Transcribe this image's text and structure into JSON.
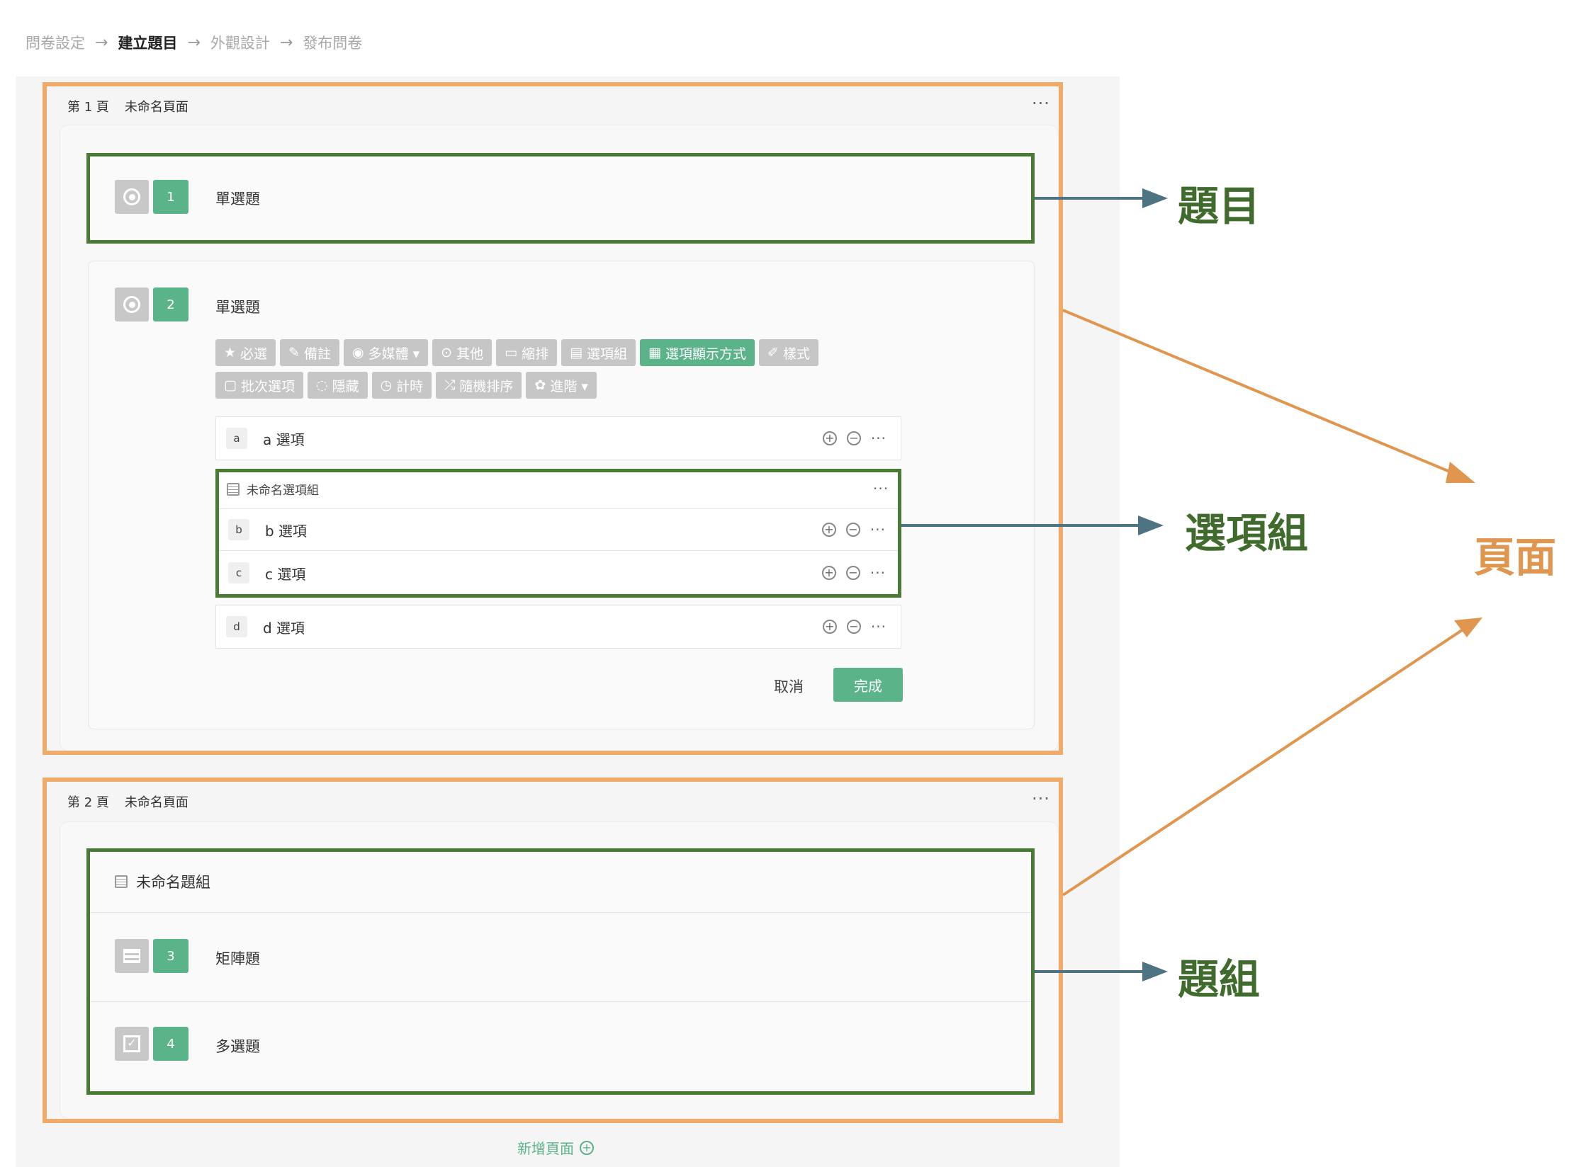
{
  "breadcrumb": {
    "steps": [
      "問卷設定",
      "建立題目",
      "外觀設計",
      "發布問卷"
    ],
    "active_index": 1,
    "separator": "→"
  },
  "page1": {
    "label": "第 1 頁",
    "name": "未命名頁面",
    "more": "···",
    "q1": {
      "number": "1",
      "title": "單選題",
      "type_icon": "radio-icon"
    },
    "q2": {
      "number": "2",
      "title": "單選題",
      "type_icon": "radio-icon",
      "tools": [
        {
          "icon": "★",
          "label": "必選"
        },
        {
          "icon": "✎",
          "label": "備註"
        },
        {
          "icon": "◉",
          "label": "多媒體 ▾"
        },
        {
          "icon": "⊙",
          "label": "其他"
        },
        {
          "icon": "▭",
          "label": "縮排"
        },
        {
          "icon": "▤",
          "label": "選項組"
        },
        {
          "icon": "▦",
          "label": "選項顯示方式"
        },
        {
          "icon": "✐",
          "label": "樣式"
        },
        {
          "icon": "▢",
          "label": "批次選項"
        },
        {
          "icon": "◌",
          "label": "隱藏"
        },
        {
          "icon": "◷",
          "label": "計時"
        },
        {
          "icon": "⤮",
          "label": "隨機排序"
        },
        {
          "icon": "✿",
          "label": "進階 ▾"
        }
      ],
      "active_tool_index": 6,
      "options": {
        "a": {
          "letter": "a",
          "text": "a 選項"
        },
        "group_title": "未命名選項組",
        "b": {
          "letter": "b",
          "text": "b 選項"
        },
        "c": {
          "letter": "c",
          "text": "c 選項"
        },
        "d": {
          "letter": "d",
          "text": "d 選項"
        }
      },
      "cancel_label": "取消",
      "done_label": "完成"
    }
  },
  "page2": {
    "label": "第 2 頁",
    "name": "未命名頁面",
    "more": "···",
    "group_title": "未命名題組",
    "q3": {
      "number": "3",
      "title": "矩陣題",
      "type_icon": "matrix-icon"
    },
    "q4": {
      "number": "4",
      "title": "多選題",
      "type_icon": "checkbox-icon"
    }
  },
  "add_page_label": "新增頁面",
  "annotations": {
    "question": "題目",
    "option_group": "選項組",
    "page": "頁面",
    "question_group": "題組"
  },
  "colors": {
    "accent": "#5bb38a",
    "page_highlight": "#efab6a",
    "group_highlight": "#4a7b35",
    "arrow_green": "#4e7382",
    "arrow_orange": "#e0964f",
    "page_label": "#e0964f",
    "annotation_green": "#3f6b2c"
  }
}
